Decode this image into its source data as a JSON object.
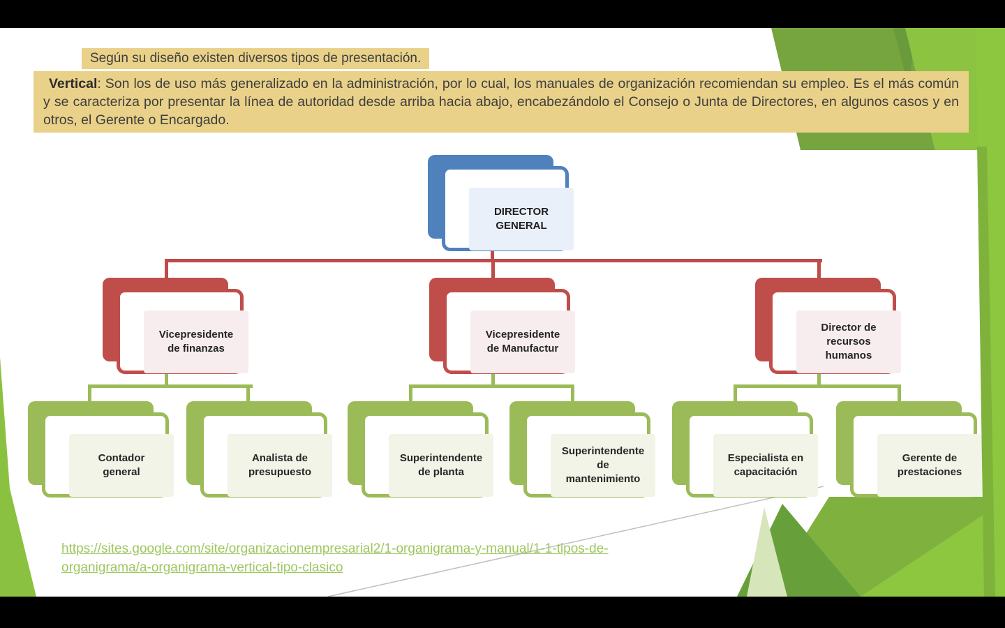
{
  "slide": {
    "intro_line": "Según su diseño existen diversos tipos de presentación.",
    "vertical_term": "Vertical",
    "vertical_rest": ": Son los de uso más generalizado en la administración, por lo cual, los manuales de organización recomiendan su empleo. Es el más común y se caracteriza por presentar la línea de autoridad desde arriba hacia abajo, encabezándolo el Consejo o Junta de Directores, en algunos casos y en otros, el Gerente o Encargado.",
    "source_link": {
      "line1": "https://sites.google.com/site/organizacionempresarial2/1-organigrama-y-manual/1-1-tipos-de-",
      "line2": "organigrama/a-organigrama-vertical-tipo-clasico"
    }
  },
  "org_chart": {
    "type": "org-chart",
    "root": {
      "label": "DIRECTOR\nGENERAL"
    },
    "level2": [
      {
        "label": "Vicepresidente\nde finanzas"
      },
      {
        "label": "Vicepresidente\nde Manufactur"
      },
      {
        "label": "Director de\nrecursos\nhumanos"
      }
    ],
    "level3": [
      {
        "label": "Contador\ngeneral",
        "parent": "Vicepresidente de finanzas"
      },
      {
        "label": "Analista de\npresupuesto",
        "parent": "Vicepresidente de finanzas"
      },
      {
        "label": "Superintendente\nde planta",
        "parent": "Vicepresidente de Manufactur"
      },
      {
        "label": "Superintendente\nde\nmantenimiento",
        "parent": "Vicepresidente de Manufactur"
      },
      {
        "label": "Especialista en\ncapacitación",
        "parent": "Director de recursos humanos"
      },
      {
        "label": "Gerente de\nprestaciones",
        "parent": "Director de recursos humanos"
      }
    ]
  },
  "colors": {
    "accent_blue": "#4f81bd",
    "accent_red": "#bf4e4b",
    "accent_green": "#9bbb59",
    "highlight_yellow": "#e9d189",
    "link_green": "#9dc75f",
    "deco_olive": "#76a53f",
    "deco_bright_green": "#8dc63f",
    "deco_dark_green": "#67a03a",
    "deco_pale_green": "#d7e5ba"
  }
}
